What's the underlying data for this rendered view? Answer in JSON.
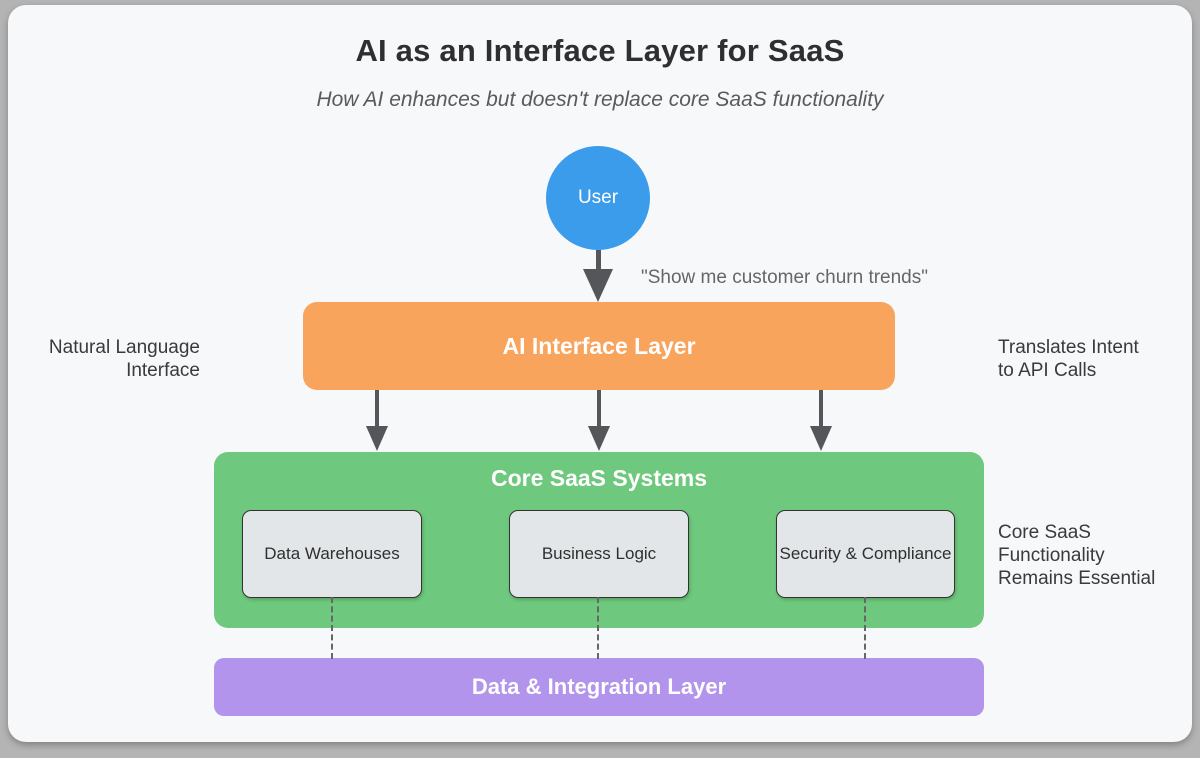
{
  "page": {
    "title": "AI as an Interface Layer for SaaS",
    "subtitle": "How AI enhances but doesn't replace core SaaS functionality"
  },
  "diagram": {
    "user_node": {
      "label": "User"
    },
    "user_query": "\"Show me customer churn trends\"",
    "ai_layer": {
      "label": "AI Interface Layer"
    },
    "left_note": {
      "lines": [
        "Natural Language",
        "Interface"
      ]
    },
    "right_note_top": {
      "lines": [
        "Translates Intent",
        "to API Calls"
      ]
    },
    "core_systems": {
      "label": "Core SaaS Systems",
      "children": [
        "Data Warehouses",
        "Business Logic",
        "Security & Compliance"
      ]
    },
    "right_note_bottom": {
      "lines": [
        "Core SaaS",
        "Functionality",
        "Remains Essential"
      ]
    },
    "data_layer": {
      "label": "Data & Integration Layer"
    },
    "colors": {
      "user_node": "#3b9ceb",
      "ai_layer": "#f9a45d",
      "core_systems": "#6ec87d",
      "data_layer": "#b294ec",
      "subsystem_fill": "#e3e6e8",
      "subsystem_border": "#333333",
      "arrow": "#54565a",
      "card_bg": "#f7f8fa",
      "page_bg": "#b4b4b4"
    }
  }
}
